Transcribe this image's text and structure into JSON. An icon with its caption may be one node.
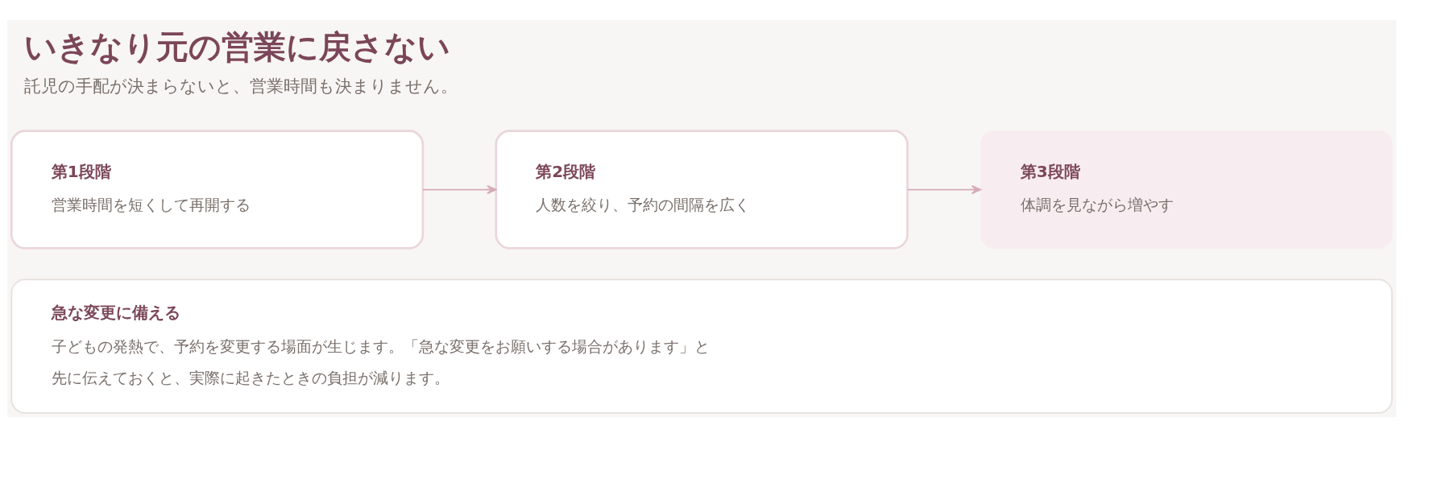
{
  "diagram": {
    "title": "いきなり元の営業に戻さない",
    "caption": "託児の手配が決まらないと、営業時間も決まりません。",
    "nodes": [
      {
        "text": [
          "第1段階",
          "営業時間を短くして再開する"
        ]
      },
      {
        "text": [
          "第2段階",
          "人数を絞り、予約の間隔を広く"
        ]
      },
      {
        "text": [
          "第3段階",
          "体調を見ながら増やす"
        ]
      },
      {
        "text": [
          "急な変更に備える",
          "子どもの発熱で、予約を変更する場面が生じます。「急な変更をお願いする場合があります」と先に伝えておくと、実際に起きたときの負担が減ります。"
        ]
      }
    ],
    "edges": [
      {
        "from": 0,
        "to": 1,
        "arrow": "to"
      },
      {
        "from": 1,
        "to": 2,
        "arrow": "to"
      }
    ]
  }
}
